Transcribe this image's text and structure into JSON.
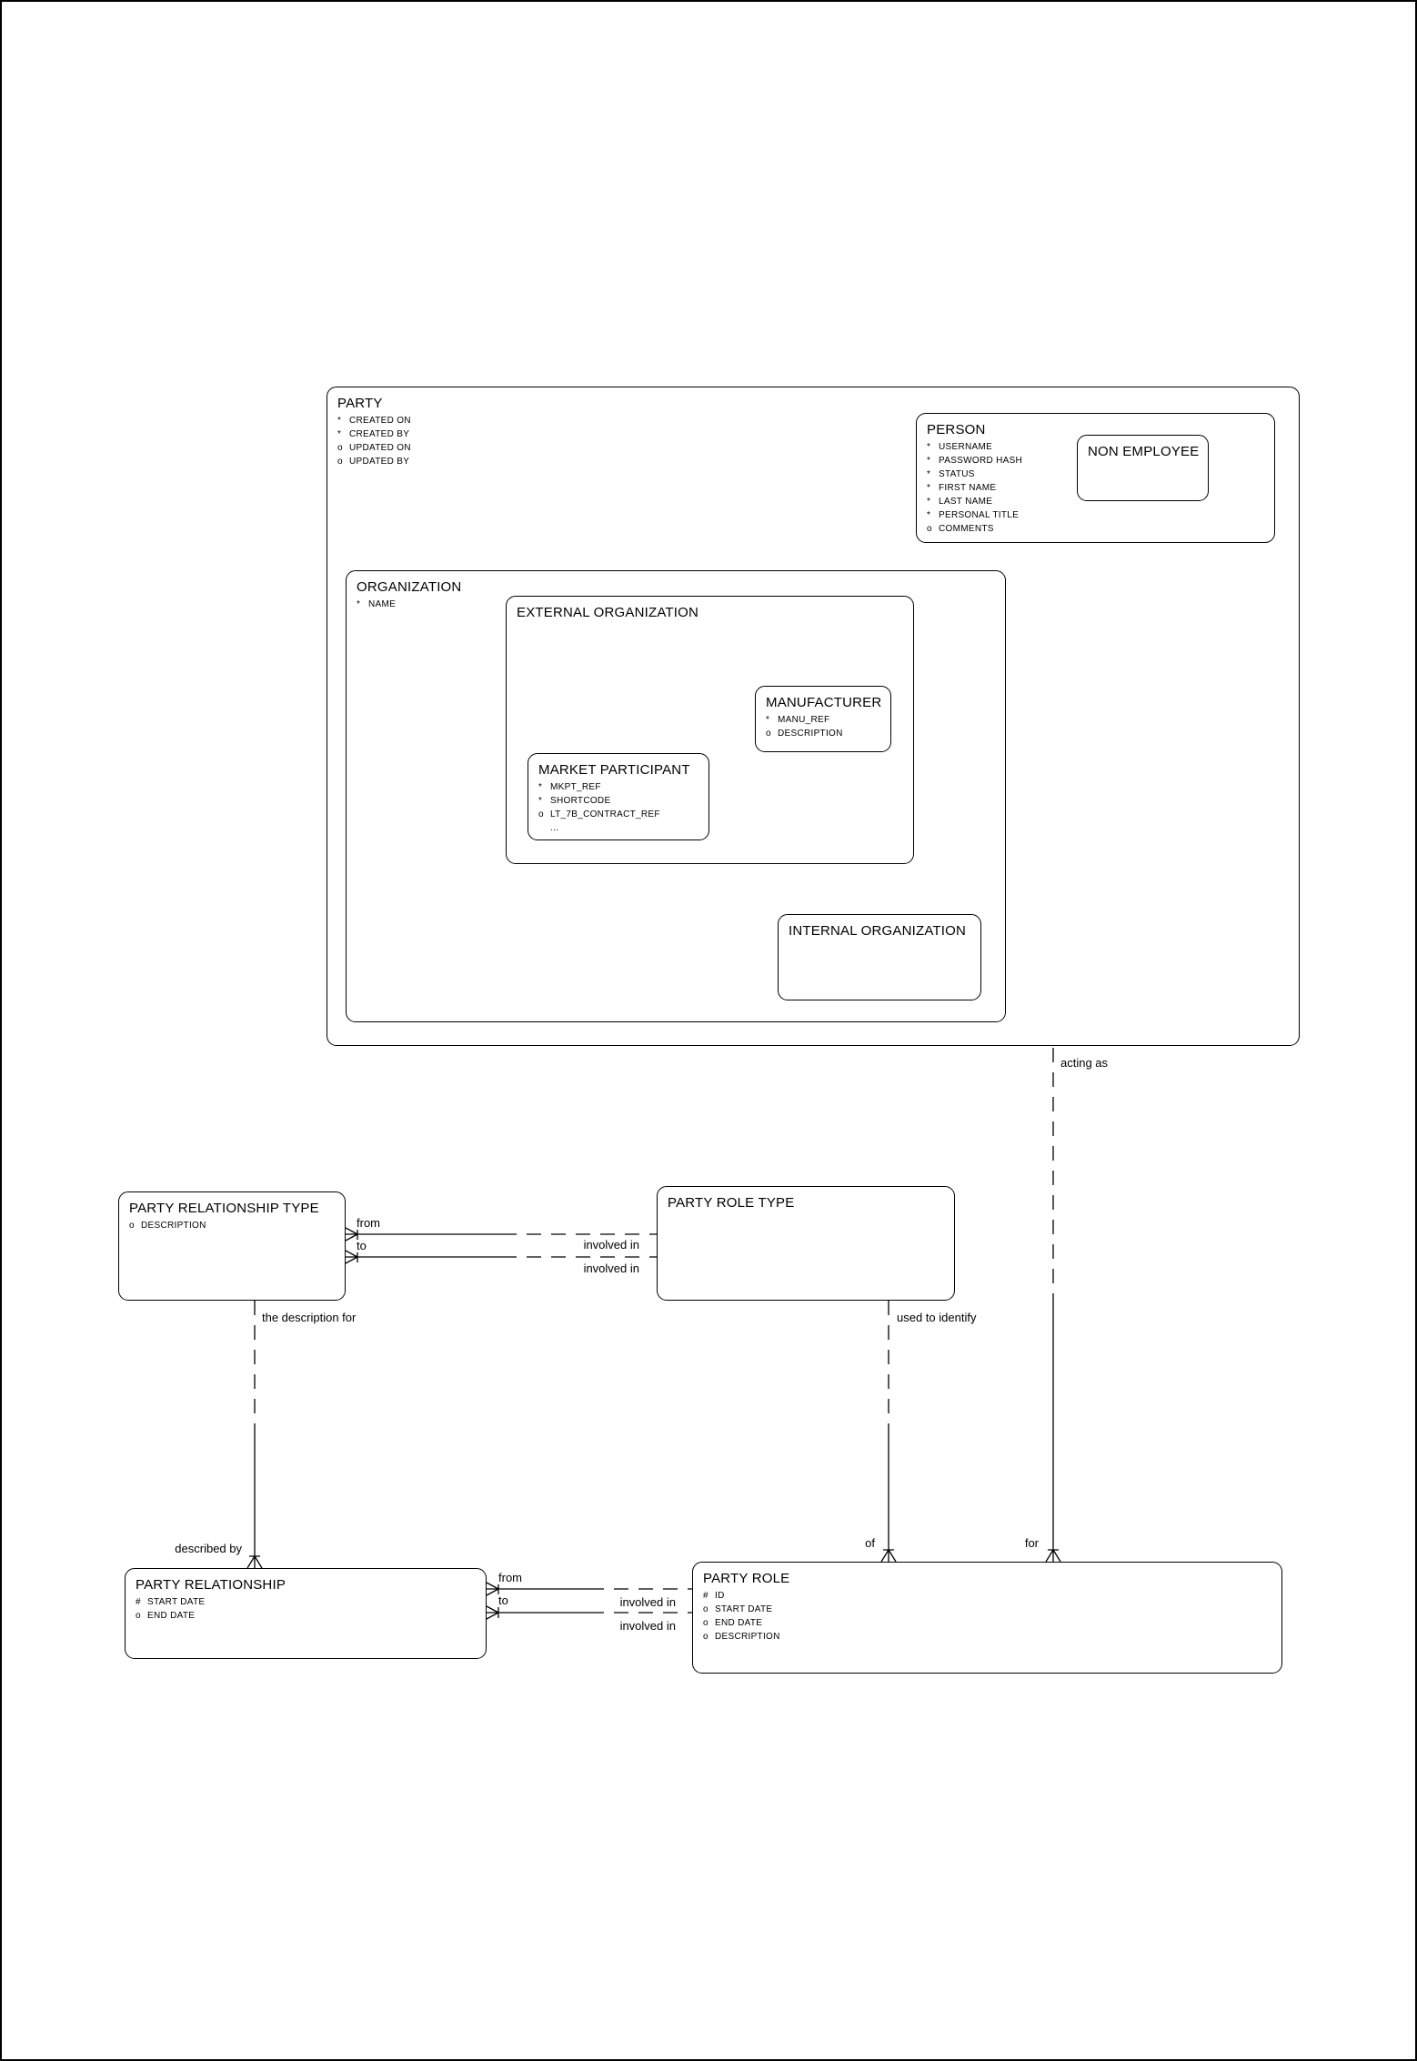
{
  "diagram": {
    "colors": {
      "line": "#000000",
      "background": "#ffffff"
    },
    "entities": {
      "party": {
        "title": "PARTY",
        "attrs": [
          "* CREATED ON",
          "* CREATED BY",
          "o UPDATED ON",
          "o UPDATED BY"
        ]
      },
      "person": {
        "title": "PERSON",
        "attrs": [
          "* USERNAME",
          "* PASSWORD HASH",
          "* STATUS",
          "* FIRST NAME",
          "* LAST NAME",
          "* PERSONAL TITLE",
          "o COMMENTS"
        ]
      },
      "non_employee": {
        "title": "NON EMPLOYEE",
        "attrs": []
      },
      "organization": {
        "title": "ORGANIZATION",
        "attrs": [
          "* NAME"
        ]
      },
      "external_organization": {
        "title": "EXTERNAL ORGANIZATION",
        "attrs": []
      },
      "manufacturer": {
        "title": "MANUFACTURER",
        "attrs": [
          "* MANU_REF",
          "o DESCRIPTION"
        ]
      },
      "market_participant": {
        "title": "MARKET PARTICIPANT",
        "attrs": [
          "* MKPT_REF",
          "* SHORTCODE",
          "o LT_7B_CONTRACT_REF",
          "..."
        ]
      },
      "internal_organization": {
        "title": "INTERNAL ORGANIZATION",
        "attrs": []
      },
      "party_relationship_type": {
        "title": "PARTY RELATIONSHIP TYPE",
        "attrs": [
          "o DESCRIPTION"
        ]
      },
      "party_role_type": {
        "title": "PARTY ROLE TYPE",
        "attrs": []
      },
      "party_relationship": {
        "title": "PARTY RELATIONSHIP",
        "attrs": [
          "# START DATE",
          "o END DATE"
        ]
      },
      "party_role": {
        "title": "PARTY ROLE",
        "attrs": [
          "# ID",
          "o START DATE",
          "o END DATE",
          "o DESCRIPTION"
        ]
      }
    },
    "labels": {
      "acting_as": "acting as",
      "for": "for",
      "of": "of",
      "used_to_identify": "used to identify",
      "the_description_for": "the description for",
      "described_by": "described by",
      "from_top": "from",
      "to_top": "to",
      "involved_in_1": "involved in",
      "involved_in_2": "involved in",
      "from_bottom": "from",
      "to_bottom": "to",
      "involved_in_3": "involved in",
      "involved_in_4": "involved in"
    }
  }
}
